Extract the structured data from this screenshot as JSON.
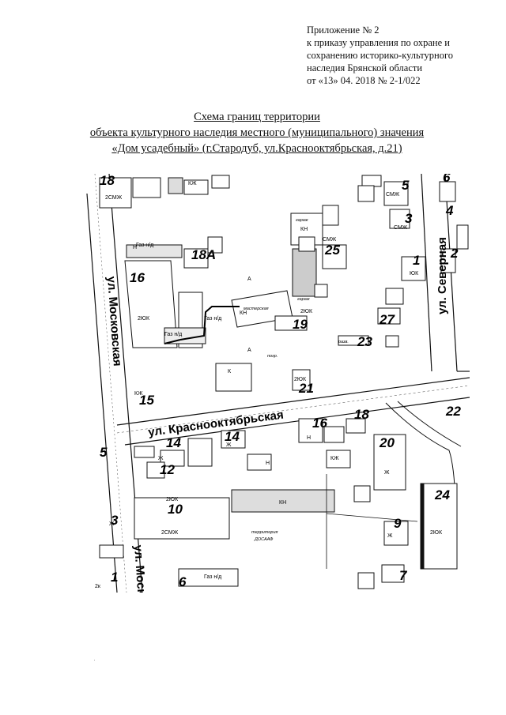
{
  "annex": {
    "line1": "Приложение № 2",
    "line2": "к приказу управления по охране и",
    "line3": "сохранению историко-культурного",
    "line4": "наследия Брянской области",
    "line5": "от «13» 04. 2018 № 2-1/022"
  },
  "title": {
    "line1": "Схема границ территории",
    "line2": "объекта культурного наследия местного (муниципального) значения",
    "line3": "«Дом усадебный» (г.Стародуб, ул.Краснооктябрьская, д.21)"
  },
  "map": {
    "streets": {
      "moskovskaya": "ул. Московская",
      "moskovskaya_lower": "ул. Моск",
      "krasnooktyabrskaya": "ул. Краснооктябрьская",
      "severnaya": "ул. Северная"
    },
    "house_numbers": {
      "n18_top": "18",
      "n5_top": "5",
      "n6_top": "6",
      "n4": "4",
      "n3_top": "3",
      "n18a": "18А",
      "n25": "25",
      "n1_top": "1",
      "n2": "2",
      "n16_left": "16",
      "n19": "19",
      "n27": "27",
      "n23": "23",
      "n21": "21",
      "n15": "15",
      "n16_street": "16",
      "n18_street": "18",
      "n22": "22",
      "n14_a": "14",
      "n14_b": "14",
      "n20": "20",
      "n5_left": "5",
      "n12": "12",
      "n10": "10",
      "n24": "24",
      "n3_left": "3",
      "n9": "9",
      "n1_left": "1",
      "n6_bottom": "6",
      "n7": "7"
    },
    "small_labels": {
      "smzh_1": "2СМЖ",
      "smzh_2": "СМЖ",
      "smzh_3": "СМЖ",
      "smzh_4": "СМЖ",
      "smzh_5": "2СМЖ",
      "yuk_1": "2ЮК",
      "yuk_2": "ЮК",
      "yuk_3": "2ЮК",
      "yuk_4": "2ЮК",
      "yuk_5": "2ЮК",
      "yuk_6": "2ЮК",
      "gaz_1": "Газ н/д",
      "gaz_2": "Газ н/д",
      "gaz_3": "Газ н/д",
      "gaz_4": "Газ н/д",
      "masterskaya": "мастерская",
      "garazh_1": "гараж",
      "garazh_2": "гараж",
      "pogr": "погр.",
      "razv": "разв.",
      "kn_1": "КН",
      "kn_2": "КН",
      "kn_3": "КН",
      "zh_1": "Ж",
      "zh_2": "Ж",
      "zh_3": "Ж",
      "zh_4": "Ж",
      "zh_5": "Ж",
      "a_1": "А",
      "a_2": "А",
      "n_1": "Н",
      "n_2": "Н",
      "n_3": "Н",
      "kzh_1": "КЖ",
      "kzh_2": "КЖ",
      "kzh_3": "КЖ",
      "k_1": "К",
      "ddosaaf_1": "территория",
      "ddosaaf_2": "ДОСААФ",
      "two_k": "2к"
    }
  }
}
